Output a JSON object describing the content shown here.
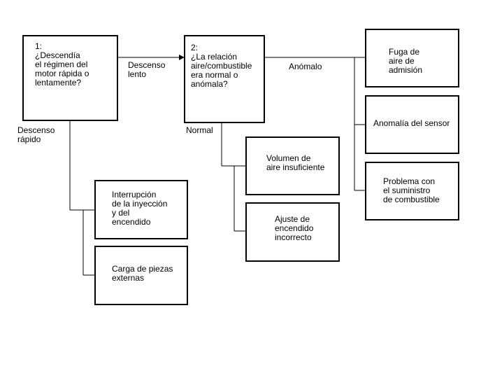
{
  "nodes": {
    "q1": {
      "text": "1:\n¿Descendía\nel régimen del\nmotor rápida o\nlentamente?"
    },
    "q2": {
      "text": "2:\n¿La relación\naire/combustible\nera normal o\nanómala?"
    },
    "fuga": {
      "text": "Fuga de\naire de\nadmisión"
    },
    "sensor": {
      "text": "Anomalía del sensor"
    },
    "suministro": {
      "text": "Problema con\nel suministro\nde combustible"
    },
    "volumen": {
      "text": "Volumen de\naire insuficiente"
    },
    "ajuste": {
      "text": "Ajuste de\nencendido\nincorrecto"
    },
    "interrupcion": {
      "text": "Interrupción\nde la inyección\ny del\nencendido"
    },
    "carga": {
      "text": "Carga de piezas\nexternas"
    }
  },
  "edges": {
    "lento": {
      "label": "Descenso\nlento"
    },
    "rapido": {
      "label": "Descenso\nrápido"
    },
    "anomalo": {
      "label": "Anómalo"
    },
    "normal": {
      "label": "Normal"
    }
  }
}
